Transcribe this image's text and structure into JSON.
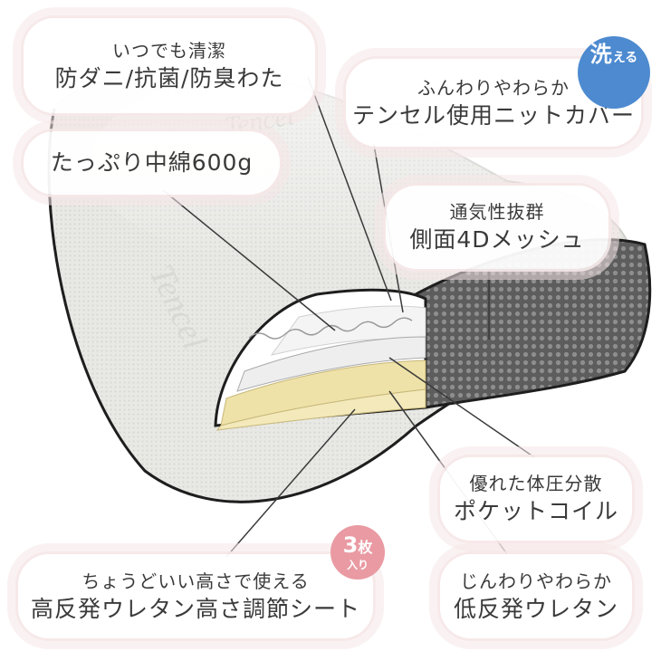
{
  "callouts": {
    "dani": {
      "line1": "いつでも清潔",
      "line2": "防ダニ/抗菌/防臭わた"
    },
    "wata": {
      "line1": "たっぷり中綿600g"
    },
    "cover": {
      "line1": "ふんわりやわらか",
      "line2": "テンセル使用ニットカバー"
    },
    "mesh": {
      "line1": "通気性抜群",
      "line2": "側面4Dメッシュ"
    },
    "coil": {
      "line1": "優れた体圧分散",
      "line2": "ポケットコイル"
    },
    "sheet": {
      "line1": "ちょうどいい高さで使える",
      "line2": "高反発ウレタン高さ調節シート"
    },
    "uretan": {
      "line1": "じんわりやわらか",
      "line2": "低反発ウレタン"
    }
  },
  "badges": {
    "wash": {
      "big": "洗",
      "small": "える"
    },
    "count": {
      "number": "3",
      "unit": "枚",
      "sub": "入り"
    }
  },
  "colors": {
    "wash_badge": "#4d8ad0",
    "count_badge": "#e99aa2",
    "pill_halo": "#f6e8e8",
    "foam": "#efe2a8",
    "mesh": "#6f6f6f",
    "cover": "#e9e9e6"
  },
  "decor": {
    "watermark": "Tencel"
  }
}
